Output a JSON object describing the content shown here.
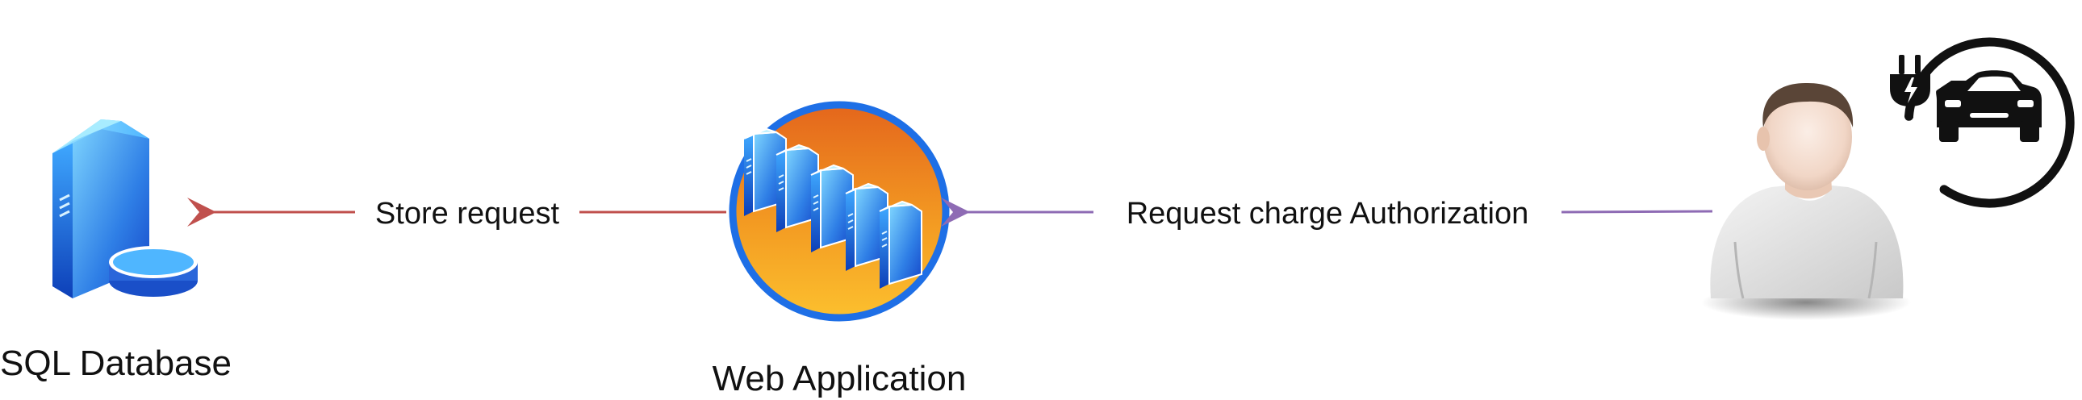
{
  "nodes": {
    "database": {
      "label": "SQL Database",
      "icon": "database-server-icon"
    },
    "webapp": {
      "label": "Web Application",
      "icon": "server-rack-icon"
    },
    "user": {
      "icon": "user-avatar-icon"
    },
    "ev": {
      "icon": "ev-charging-car-icon"
    }
  },
  "edges": {
    "store": {
      "label": "Store request",
      "color": "#c0504d"
    },
    "authorize": {
      "label": "Request charge Authorization",
      "color": "#8e6bb4"
    }
  },
  "colors": {
    "server_light": "#5fc8ff",
    "server_dark": "#1456d6",
    "app_ring": "#1e6fe6",
    "app_orange": "#e87a18",
    "app_yellow": "#fbb82a",
    "ev_dark": "#111111"
  }
}
